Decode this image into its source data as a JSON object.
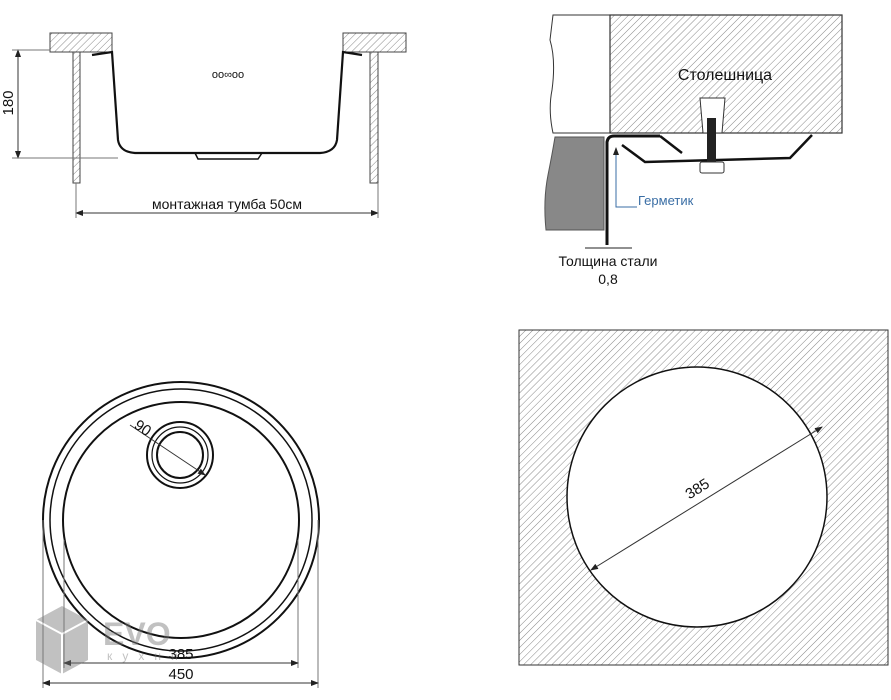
{
  "side_view": {
    "height_dim": "180",
    "cabinet_label": "монтажная тумба 50см",
    "overflow_mark": "oo∞oo"
  },
  "mount_detail": {
    "countertop_label": "Столешница",
    "sealant_label": "Герметик",
    "steel_thickness_label": "Толщина стали",
    "steel_thickness_value": "0,8",
    "sealant_color": "#3a6ea5"
  },
  "top_view": {
    "drain_dim": "90",
    "inner_dim": "385",
    "outer_dim": "450"
  },
  "cutout_view": {
    "diameter_dim": "385"
  },
  "watermark": {
    "brand": "EVO",
    "subtitle": "кухни"
  }
}
